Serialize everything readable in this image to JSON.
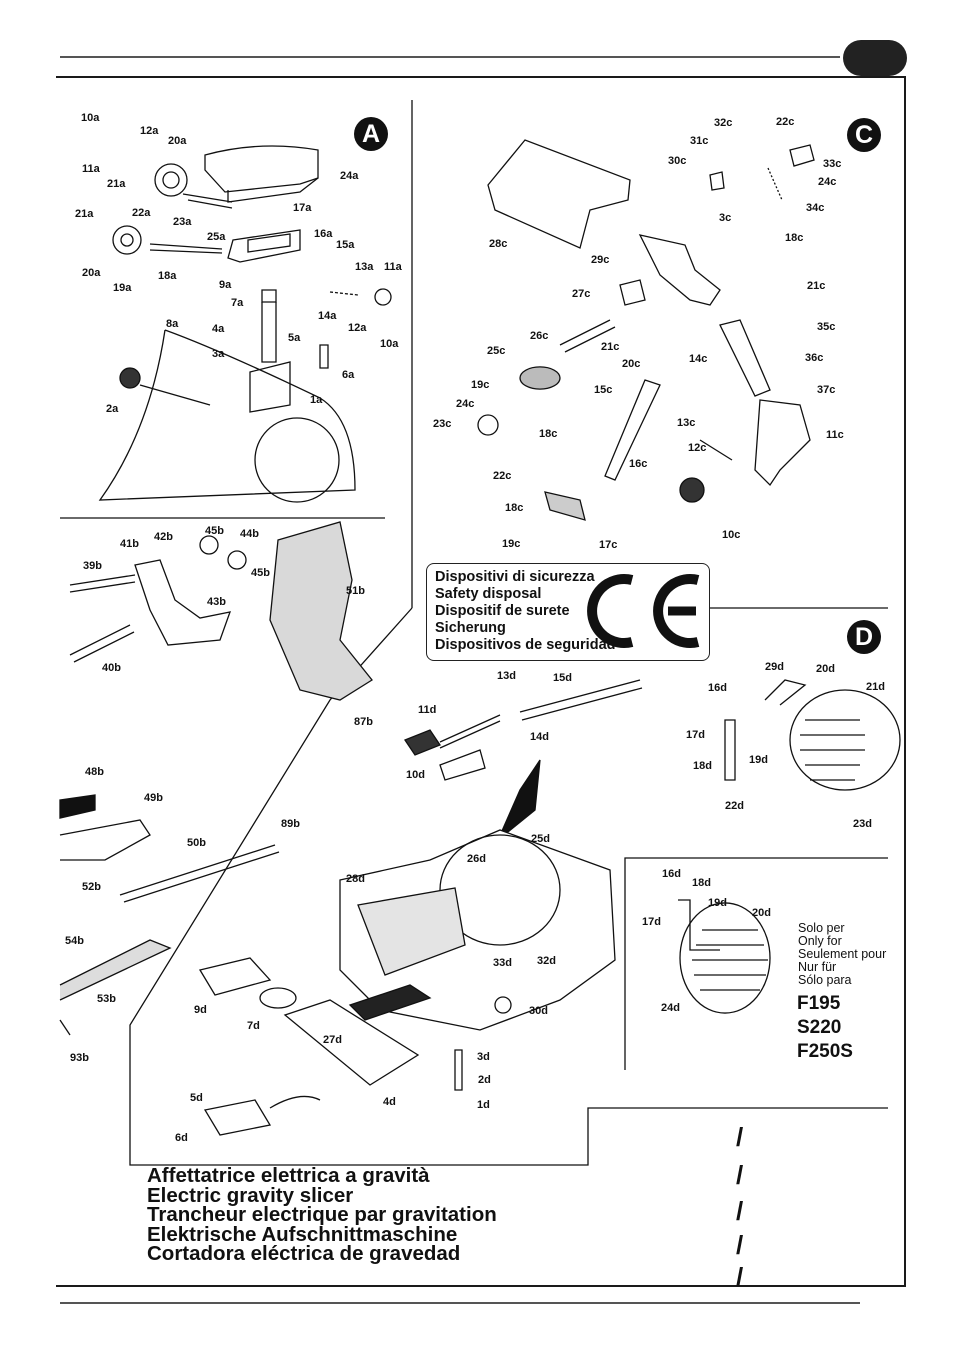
{
  "sections": {
    "a": "A",
    "c": "C",
    "d": "D"
  },
  "safety": {
    "lines": [
      "Dispositivi di sicurezza",
      "Safety disposal",
      "Dispositif de surete",
      "Sicherung",
      "Dispositivos de seguridad"
    ],
    "mark": "CE"
  },
  "only_for": [
    "Solo per",
    "Only for",
    "Seulement pour",
    "Nur für",
    "Sólo para"
  ],
  "models": [
    "F195",
    "S220",
    "F250S"
  ],
  "titles": [
    "Affettatrice elettrica a gravità",
    "Electric gravity slicer",
    "Trancheur electrique par gravitation",
    "Elektrische Aufschnittmaschine",
    "Cortadora eléctrica de gravedad"
  ],
  "slashes": [
    "/",
    "/",
    "/",
    "/",
    "/"
  ],
  "labels": {
    "a": [
      "10a",
      "12a",
      "20a",
      "11a",
      "21a",
      "24a",
      "22a",
      "23a",
      "21a",
      "17a",
      "25a",
      "16a",
      "15a",
      "20a",
      "19a",
      "18a",
      "13a",
      "11a",
      "9a",
      "7a",
      "14a",
      "8a",
      "12a",
      "4a",
      "10a",
      "5a",
      "3a",
      "6a",
      "2a",
      "1a"
    ],
    "b": [
      "45b",
      "42b",
      "44b",
      "41b",
      "39b",
      "45b",
      "43b",
      "51b",
      "40b",
      "87b",
      "48b",
      "49b",
      "89b",
      "50b",
      "52b",
      "54b",
      "53b",
      "93b"
    ],
    "c": [
      "32c",
      "22c",
      "31c",
      "30c",
      "33c",
      "24c",
      "34c",
      "3c",
      "18c",
      "28c",
      "29c",
      "27c",
      "21c",
      "26c",
      "21c",
      "35c",
      "25c",
      "20c",
      "36c",
      "14c",
      "19c",
      "37c",
      "15c",
      "24c",
      "18c",
      "11c",
      "23c",
      "13c",
      "12c",
      "16c",
      "22c",
      "18c",
      "10c",
      "19c",
      "17c"
    ],
    "d": [
      "13d",
      "15d",
      "29d",
      "20d",
      "16d",
      "21d",
      "11d",
      "14d",
      "17d",
      "19d",
      "18d",
      "10d",
      "22d",
      "23d",
      "25d",
      "26d",
      "16d",
      "28d",
      "18d",
      "19d",
      "20d",
      "17d",
      "33d",
      "32d",
      "9d",
      "7d",
      "24d",
      "30d",
      "27d",
      "3d",
      "2d",
      "1d",
      "4d",
      "5d",
      "6d"
    ]
  },
  "colors": {
    "ink": "#111111",
    "rule": "#555555",
    "badge": "#111111",
    "shade": "#d9d9d9"
  }
}
